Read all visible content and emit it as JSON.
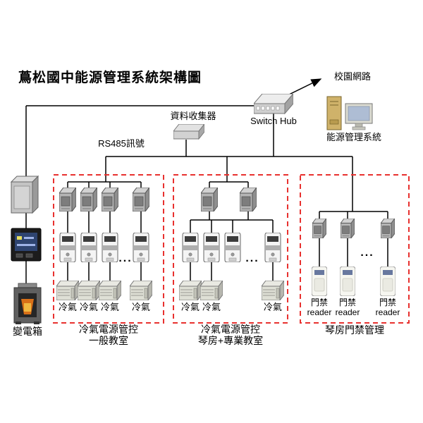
{
  "title": "蔦松國中能源管理系統架構圖",
  "network": {
    "campus_network": "校園網路",
    "switch_hub": "Switch Hub",
    "data_collector": "資料收集器",
    "energy_management_system": "能源管理系統",
    "rs485_signal": "RS485訊號"
  },
  "power_chain": {
    "transformer": "變電箱"
  },
  "zones": [
    {
      "caption_line1": "冷氣電源管控",
      "caption_line2": "一般教室",
      "device_labels": [
        "冷氣",
        "冷氣",
        "冷氣",
        "冷氣"
      ],
      "ellipsis": "..."
    },
    {
      "caption_line1": "冷氣電源管控",
      "caption_line2": "琴房+專業教室",
      "device_labels": [
        "冷氣",
        "冷氣",
        "冷氣"
      ],
      "ellipsis": "..."
    },
    {
      "caption_line1": "琴房門禁管理",
      "reader_labels": [
        {
          "name": "門禁",
          "type": "reader"
        },
        {
          "name": "門禁",
          "type": "reader"
        },
        {
          "name": "門禁",
          "type": "reader"
        }
      ],
      "ellipsis": "..."
    }
  ],
  "colors": {
    "zone_border": "#e8312f",
    "connector_line": "#000000"
  }
}
